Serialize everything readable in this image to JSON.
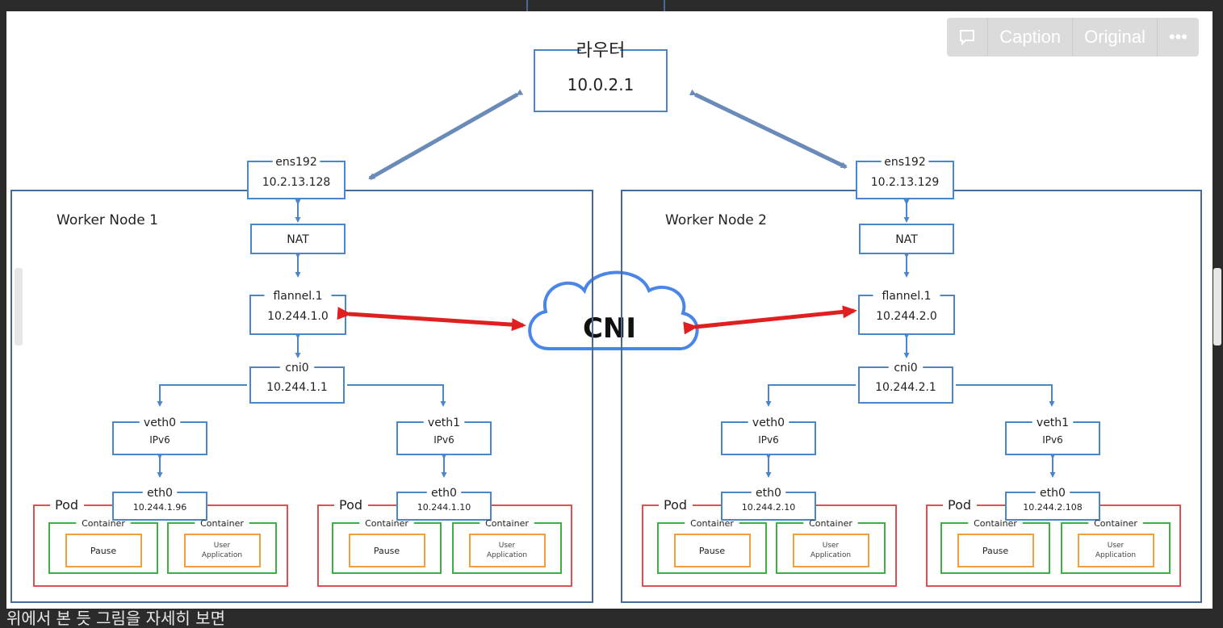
{
  "toolbar": {
    "caption_label": "Caption",
    "original_label": "Original",
    "more_label": "•••"
  },
  "router": {
    "title": "라우터",
    "ip": "10.0.2.1"
  },
  "cni": {
    "label": "CNI"
  },
  "nodes": [
    {
      "name": "Worker Node 1",
      "ens": {
        "title": "ens192",
        "ip": "10.2.13.128"
      },
      "nat": "NAT",
      "flannel": {
        "title": "flannel.1",
        "ip": "10.244.1.0"
      },
      "cni0": {
        "title": "cni0",
        "ip": "10.244.1.1"
      },
      "pods": [
        {
          "veth": {
            "title": "veth0",
            "proto": "IPv6"
          },
          "eth": {
            "title": "eth0",
            "ip": "10.244.1.96"
          },
          "pod_label": "Pod",
          "containers": [
            {
              "label": "Container",
              "app": "Pause"
            },
            {
              "label": "Container",
              "app": "User\nApplication"
            }
          ]
        },
        {
          "veth": {
            "title": "veth1",
            "proto": "IPv6"
          },
          "eth": {
            "title": "eth0",
            "ip": "10.244.1.10"
          },
          "pod_label": "Pod",
          "containers": [
            {
              "label": "Container",
              "app": "Pause"
            },
            {
              "label": "Container",
              "app": "User\nApplication"
            }
          ]
        }
      ]
    },
    {
      "name": "Worker Node 2",
      "ens": {
        "title": "ens192",
        "ip": "10.2.13.129"
      },
      "nat": "NAT",
      "flannel": {
        "title": "flannel.1",
        "ip": "10.244.2.0"
      },
      "cni0": {
        "title": "cni0",
        "ip": "10.244.2.1"
      },
      "pods": [
        {
          "veth": {
            "title": "veth0",
            "proto": "IPv6"
          },
          "eth": {
            "title": "eth0",
            "ip": "10.244.2.10"
          },
          "pod_label": "Pod",
          "containers": [
            {
              "label": "Container",
              "app": "Pause"
            },
            {
              "label": "Container",
              "app": "User\nApplication"
            }
          ]
        },
        {
          "veth": {
            "title": "veth1",
            "proto": "IPv6"
          },
          "eth": {
            "title": "eth0",
            "ip": "10.244.2.108"
          },
          "pod_label": "Pod",
          "containers": [
            {
              "label": "Container",
              "app": "Pause"
            },
            {
              "label": "Container",
              "app": "User\nApplication"
            }
          ]
        }
      ]
    }
  ],
  "bottom_text": "위에서 본 듯 그림을 자세히 보면",
  "colors": {
    "box": "#4a86c8",
    "node": "#4a6a96",
    "pod": "#e05050",
    "container": "#3cb043",
    "app": "#f0a040",
    "red_arrow": "#e02020",
    "blue_arrow": "#6a8ab8"
  }
}
